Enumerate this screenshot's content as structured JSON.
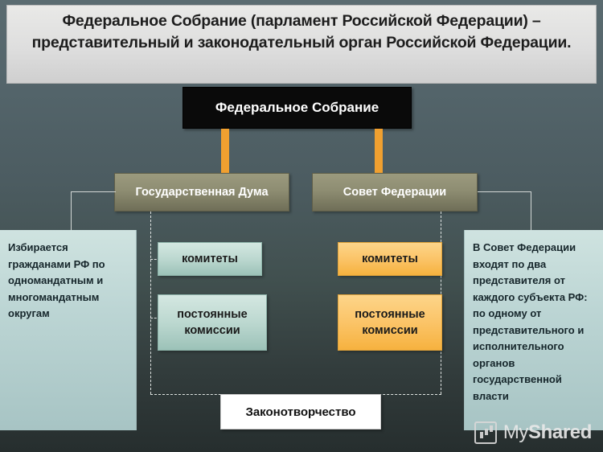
{
  "slide": {
    "title": "Федеральное Собрание (парламент Российской Федерации) – представительный и законодательный орган Российской Федерации.",
    "root_box": "Федеральное Собрание",
    "chambers": [
      {
        "label": "Государственная Дума"
      },
      {
        "label": "Совет Федерации"
      }
    ],
    "duma_children": [
      {
        "label": "комитеты"
      },
      {
        "label": "постоянные комиссии"
      }
    ],
    "sf_children": [
      {
        "label": "комитеты"
      },
      {
        "label": "постоянные комиссии"
      }
    ],
    "panel_left": "Избирается гражданами РФ по одномандатным и многомандатным округам",
    "panel_right": "В Совет Федерации входят по два представителя от каждого субъекта РФ: по одному от представительного и исполнительного органов государственной власти",
    "bottom_box": "Законотворчество"
  },
  "watermark": {
    "text_light": "My",
    "text_bold": "Shared",
    "icon": "presentation-icon"
  },
  "colors": {
    "root_box_bg": "#0a0a0a",
    "chamber_bg": "#8e8d72",
    "connector": "#f0a030",
    "teal_box": "#bcd8d0",
    "orange_box": "#fbc468",
    "panel_bg": "#bcd5d4"
  }
}
